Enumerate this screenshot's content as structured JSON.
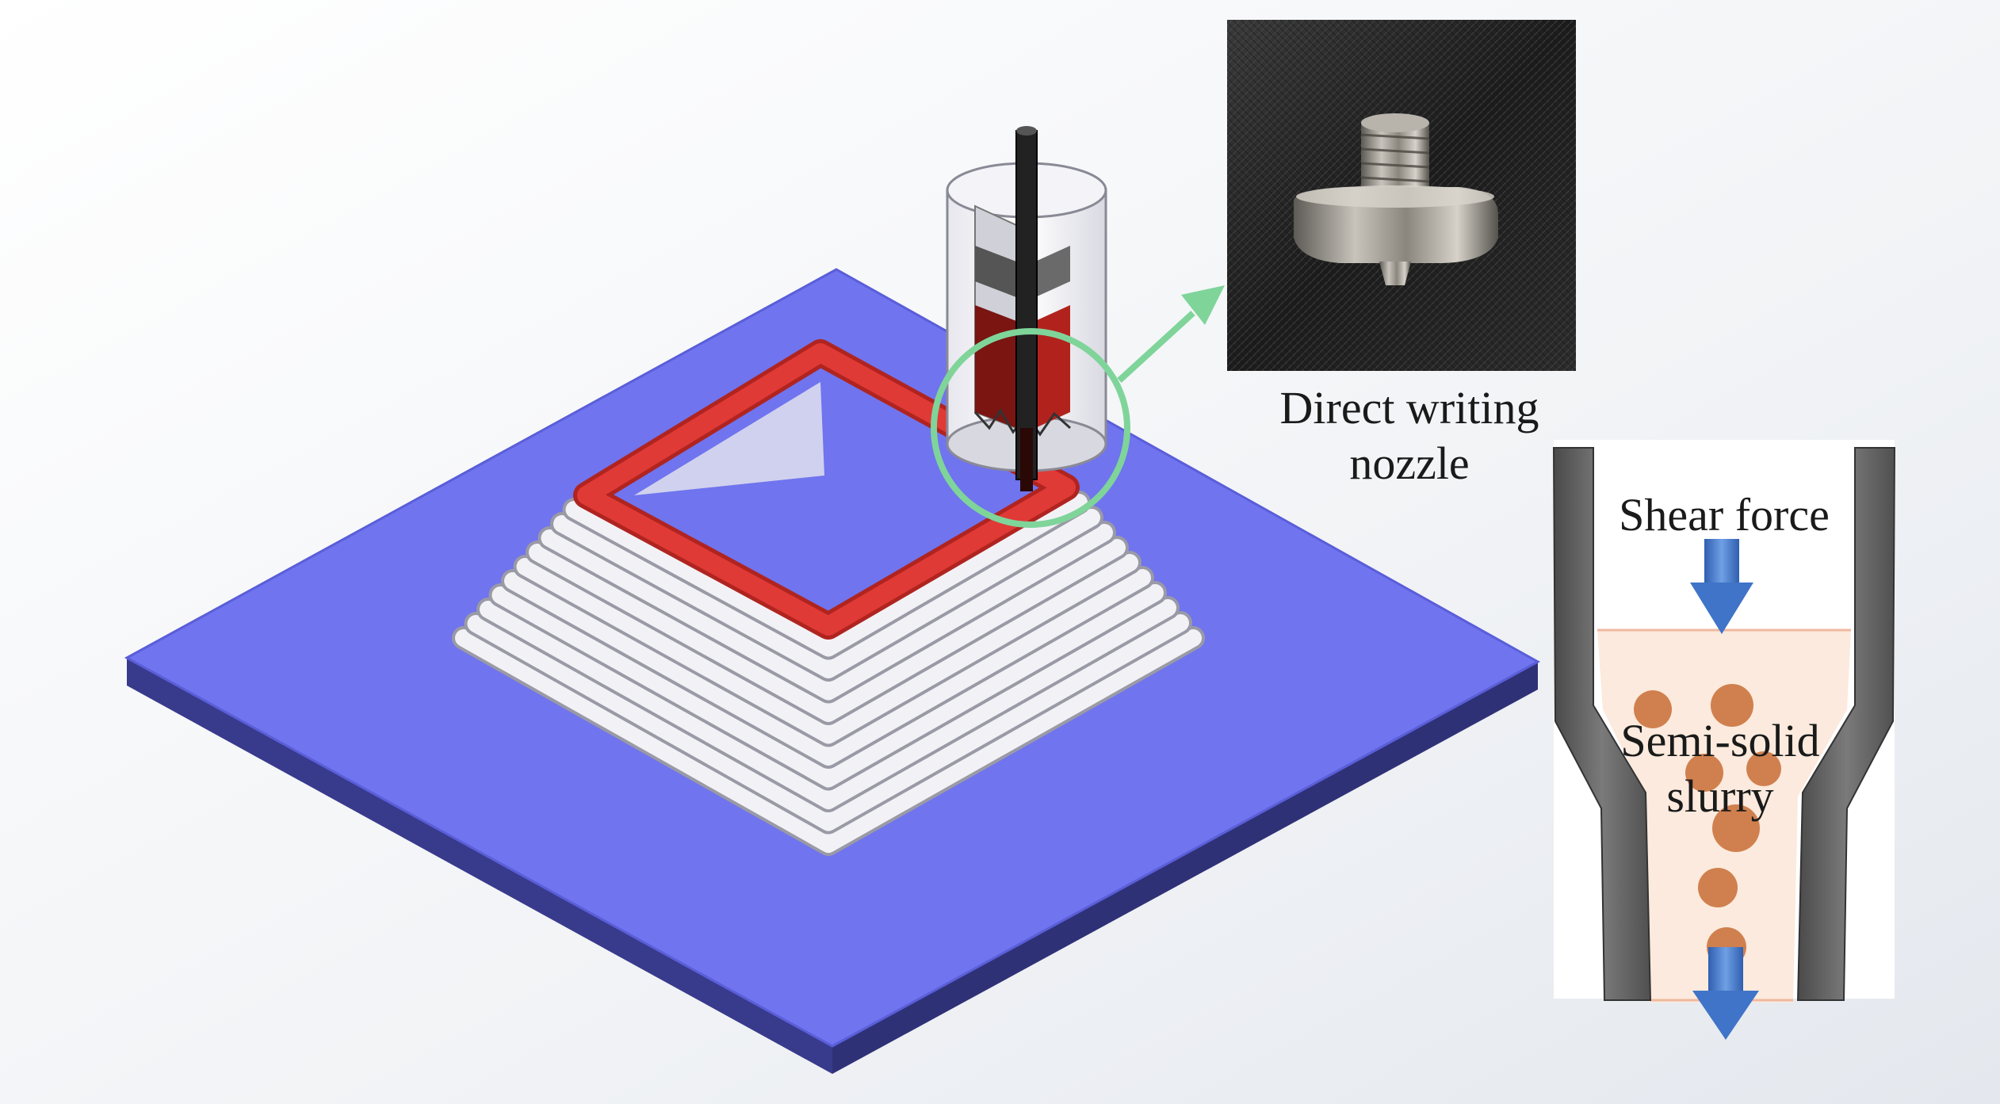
{
  "labels": {
    "nozzle_line1": "Direct writing",
    "nozzle_line2": "nozzle",
    "shear_force": "Shear force",
    "slurry_line1": "Semi-solid",
    "slurry_line2": "slurry"
  },
  "colors": {
    "substrate": "#7074ee",
    "substrate_edge": "#3d3f9a",
    "layer": "#f2f2f6",
    "top_layer": "#e03a36",
    "slurry_dark": "#7a1512",
    "highlight_ring": "#7fd49a",
    "nozzle_wall": "#5f5f5f",
    "slurry_fill": "#fbeadd",
    "particle": "#d0804e",
    "arrow": "#3f74c8"
  },
  "icons": [
    "zoom-arrow-icon",
    "shear-arrow-icon",
    "flow-arrow-icon"
  ]
}
